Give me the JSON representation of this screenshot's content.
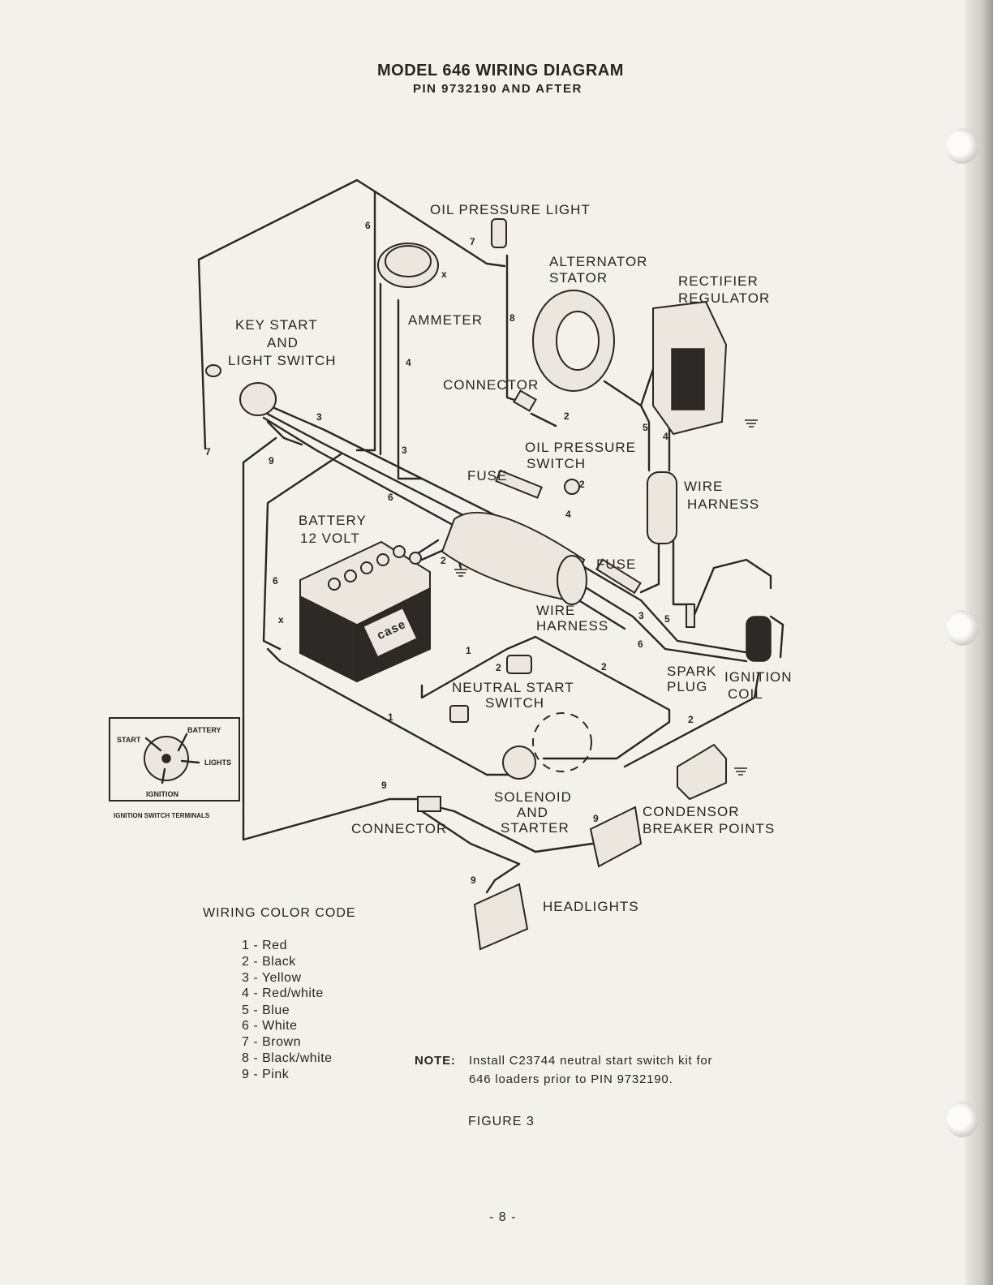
{
  "header": {
    "title": "MODEL 646 WIRING DIAGRAM",
    "subtitle": "PIN 9732190 AND AFTER"
  },
  "components": {
    "oil_pressure_light": "OIL PRESSURE LIGHT",
    "alternator_stator": [
      "ALTERNATOR",
      "STATOR"
    ],
    "rectifier_regulator": [
      "RECTIFIER",
      "REGULATOR"
    ],
    "key_start": [
      "KEY START",
      "AND",
      "LIGHT SWITCH"
    ],
    "ammeter": "AMMETER",
    "connector_top": "CONNECTOR",
    "oil_pressure_switch": [
      "OIL PRESSURE",
      "SWITCH"
    ],
    "fuse_1": "FUSE",
    "fuse_2": "FUSE",
    "wire_harness_right": [
      "WIRE",
      "HARNESS"
    ],
    "battery": [
      "BATTERY",
      "12 VOLT"
    ],
    "battery_brand": "case",
    "wire_harness_center": [
      "WIRE",
      "HARNESS"
    ],
    "neutral_start_switch": [
      "NEUTRAL START",
      "SWITCH"
    ],
    "spark_plug": [
      "SPARK",
      "PLUG"
    ],
    "ignition_coil": [
      "IGNITION",
      "COIL"
    ],
    "solenoid": [
      "SOLENOID",
      "AND",
      "STARTER"
    ],
    "condensor": [
      "CONDENSOR",
      "BREAKER POINTS"
    ],
    "connector_bottom": "CONNECTOR",
    "headlights": "HEADLIGHTS"
  },
  "inset": {
    "start": "START",
    "battery": "BATTERY",
    "lights": "LIGHTS",
    "ignition": "IGNITION",
    "caption": "IGNITION SWITCH TERMINALS"
  },
  "wire_numbers": {
    "n6a": "6",
    "n7a": "7",
    "n8": "8",
    "n4a": "4",
    "n3a": "3",
    "n3b": "3",
    "n7b": "7",
    "n9a": "9",
    "n6b": "6",
    "n2a": "2",
    "n2b": "2",
    "n4b": "4",
    "n5a": "5",
    "n4c": "4",
    "n6c": "6",
    "n2c": "2",
    "n1a": "1",
    "n2d": "2",
    "n3c": "3",
    "n5b": "5",
    "n6d": "6",
    "n1b": "1",
    "n2e": "2",
    "n9b": "9",
    "n9c": "9",
    "n9d": "9",
    "x1": "x",
    "x2": "x"
  },
  "color_code": {
    "heading": "WIRING COLOR CODE",
    "items": [
      "1  -  Red",
      "2  -  Black",
      "3  -  Yellow",
      "4  -  Red/white",
      "5  -  Blue",
      "6  -  White",
      "7  -  Brown",
      "8  -  Black/white",
      "9  -  Pink"
    ]
  },
  "note": {
    "label": "NOTE:",
    "line1": "Install   C23744   neutral   start   switch   kit   for",
    "line2": "646  loaders  prior  to  PIN  9732190."
  },
  "figure": "FIGURE 3",
  "page_number": "- 8 -"
}
